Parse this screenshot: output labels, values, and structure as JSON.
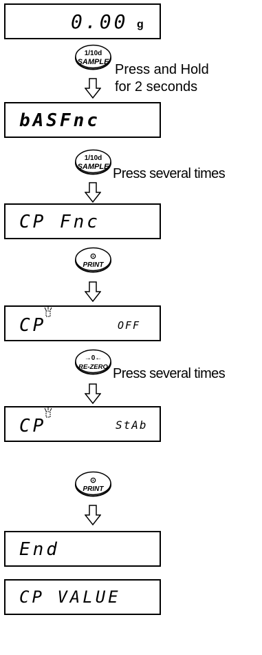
{
  "displays": [
    {
      "text": "0.00",
      "unit": "g"
    },
    {
      "text": "bASFnc"
    },
    {
      "text": "CP Fnc"
    },
    {
      "text": "CP",
      "value": "OFF"
    },
    {
      "text": "CP",
      "value": "StAb"
    },
    {
      "text": "End"
    },
    {
      "text": "CP VALUE"
    }
  ],
  "buttons": [
    {
      "top": "1/10d",
      "bottom": "SAMPLE"
    },
    {
      "top": "1/10d",
      "bottom": "SAMPLE"
    },
    {
      "symbol": "⊙",
      "bottom": "PRINT"
    },
    {
      "symbol": "→0←",
      "bottom": "RE-ZERO"
    },
    {
      "symbol": "⊙",
      "bottom": "PRINT"
    }
  ],
  "notes": [
    "Press and Hold",
    "for 2 seconds",
    "Press several times",
    "Press several times"
  ]
}
